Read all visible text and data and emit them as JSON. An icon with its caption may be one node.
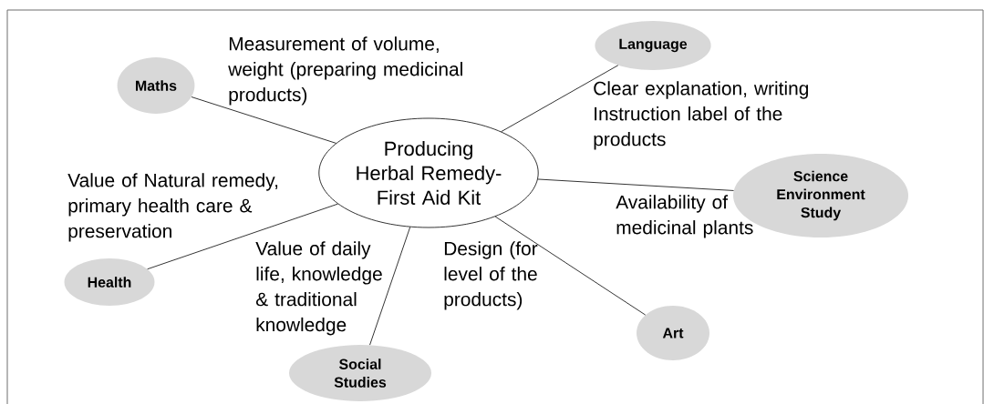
{
  "diagram": {
    "nodes": [
      {
        "text": [
          "Producing Herbal Remedy-First Aid Kit"
        ]
      },
      {
        "text": [
          "Maths"
        ]
      },
      {
        "text": [
          "Language"
        ]
      },
      {
        "text": [
          "Science Environment Study"
        ]
      },
      {
        "text": [
          "Art"
        ]
      },
      {
        "text": [
          "Social Studies"
        ]
      },
      {
        "text": [
          "Health"
        ]
      }
    ],
    "edges": [
      {
        "from": 0,
        "to": 1,
        "arrow": "none",
        "label": "Measurement of volume, weight (preparing medicinal products)"
      },
      {
        "from": 0,
        "to": 2,
        "arrow": "none",
        "label": "Clear explanation, writing Instruction label of the products"
      },
      {
        "from": 0,
        "to": 3,
        "arrow": "none",
        "label": "Availability of medicinal plants"
      },
      {
        "from": 0,
        "to": 4,
        "arrow": "none",
        "label": "Design (for level of the products)"
      },
      {
        "from": 0,
        "to": 5,
        "arrow": "none",
        "label": "Value of daily life, knowledge & traditional knowledge"
      },
      {
        "from": 0,
        "to": 6,
        "arrow": "none",
        "label": "Value of Natural remedy, primary health care & preservation"
      }
    ]
  }
}
